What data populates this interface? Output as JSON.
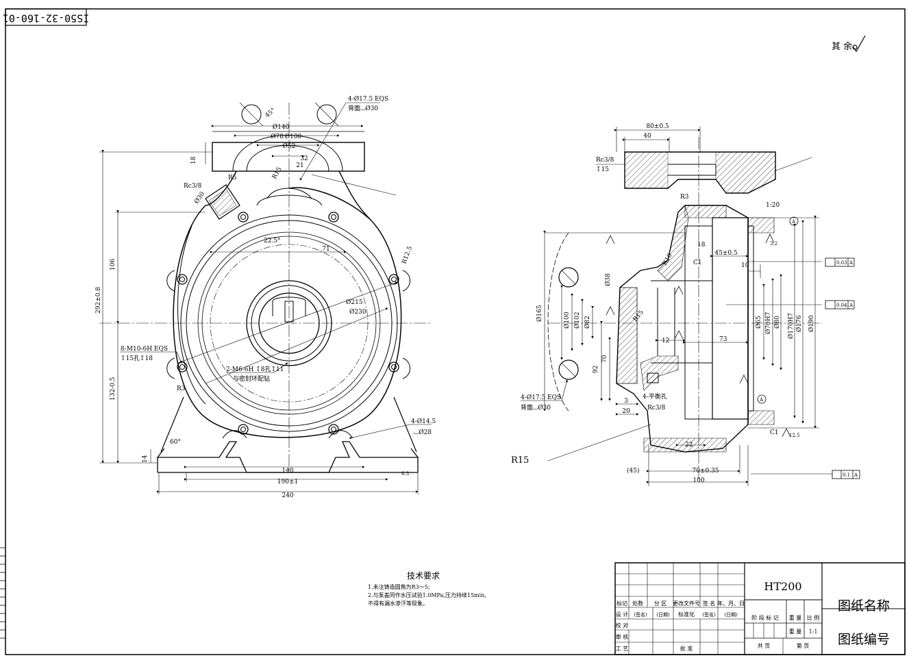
{
  "drawing_code": "IS50-32-160-01",
  "roughness_note": "其 余",
  "material": "HT200",
  "drawing_name": "图纸名称",
  "drawing_number": "图纸编号",
  "tech_requirements": {
    "title": "技术要求",
    "items": [
      "1.未注铸造圆角为R3～5;",
      "2.与泵盖同作水压试验1.0MPa,压力持续15min,",
      "不得有漏水渗汗等现象。"
    ]
  },
  "title_block": {
    "row1": [
      "标记",
      "处数",
      "分 区",
      "更改文件号",
      "签 名",
      "年、月、日"
    ],
    "row2": [
      "设 计",
      "(签名)",
      "(日期)",
      "标准化",
      "(签名)",
      "(日期)"
    ],
    "row3": [
      "校 对",
      "",
      "",
      "",
      "",
      ""
    ],
    "row4": [
      "审 核",
      "",
      "",
      "",
      "",
      ""
    ],
    "row5": [
      "工 艺",
      "",
      "",
      "批 准",
      "",
      ""
    ],
    "stage_mark": "阶 段 标 记",
    "weight": "重 量",
    "scale": "比 例",
    "scale_value": "1:1",
    "sheets_total": "共 页",
    "sheet_num": "第 页"
  },
  "left_view": {
    "dims": {
      "d140": "Ø140",
      "d100": "Ø100",
      "d78": "Ø78",
      "d52": "Ø52",
      "d32": "32",
      "d21": "21",
      "d18": "18",
      "rc38": "Rc3/8",
      "d30": "Ø30",
      "d106": "106",
      "d292": "292±0.8",
      "d132": "132-0.5",
      "d14": "14",
      "d140b": "140",
      "d190": "190±1",
      "d240": "240",
      "d215": "Ø215",
      "d230": "Ø230",
      "d71": "71",
      "a225": "22.5°",
      "a45": "45°",
      "a60": "60°",
      "r5": "R5",
      "r15": "R15",
      "r3": "R3",
      "r125": "R12.5",
      "holes_top": "4-Ø17.5 EQS",
      "holes_top_sub": "背面⌴Ø30",
      "holes_m10": "8-M10-6H EQS",
      "holes_m10_sub": "↧15孔↧18",
      "holes_m6": "2-M6-6H ↧8孔↧11",
      "holes_m6_sub": "与密封环配钻",
      "holes_bot": "4-Ø14.5",
      "holes_bot_sub": "⌴Ø28",
      "ra": "6.3"
    }
  },
  "right_view": {
    "dims": {
      "d80": "80±0.5",
      "d40": "40",
      "rc38": "Rc3/8",
      "d15": "↧15",
      "r3": "R3",
      "taper": "1:20",
      "d18": "18",
      "d45": "45±0.5",
      "d10": "10",
      "c1": "C1",
      "d165": "Ø165",
      "d100": "Ø100",
      "d102": "Ø102",
      "d82": "Ø82",
      "d38": "Ø38",
      "d20": "20",
      "d3": "3",
      "d92": "92",
      "d70": "70",
      "d12": "12",
      "d73": "73",
      "d65": "Ø65",
      "d70h": "Ø70H7",
      "d80b": "Ø80",
      "d170": "Ø170H7",
      "d176": "Ø176",
      "d190": "Ø190",
      "r15": "R15",
      "r10": "R10",
      "d22": "22",
      "d45p": "(45)",
      "d70b": "70±0.35",
      "d100b": "100",
      "holes": "4-Ø17.5 EQS",
      "holes_sub": "背面⌴Ø30",
      "rc38b": "Rc3/8",
      "balance": "4-平衡孔",
      "tol1": "0.03",
      "tol2": "0.04",
      "tol3": "0.1",
      "datum": "A",
      "ra": "12.5",
      "ra2": "3.2"
    }
  }
}
